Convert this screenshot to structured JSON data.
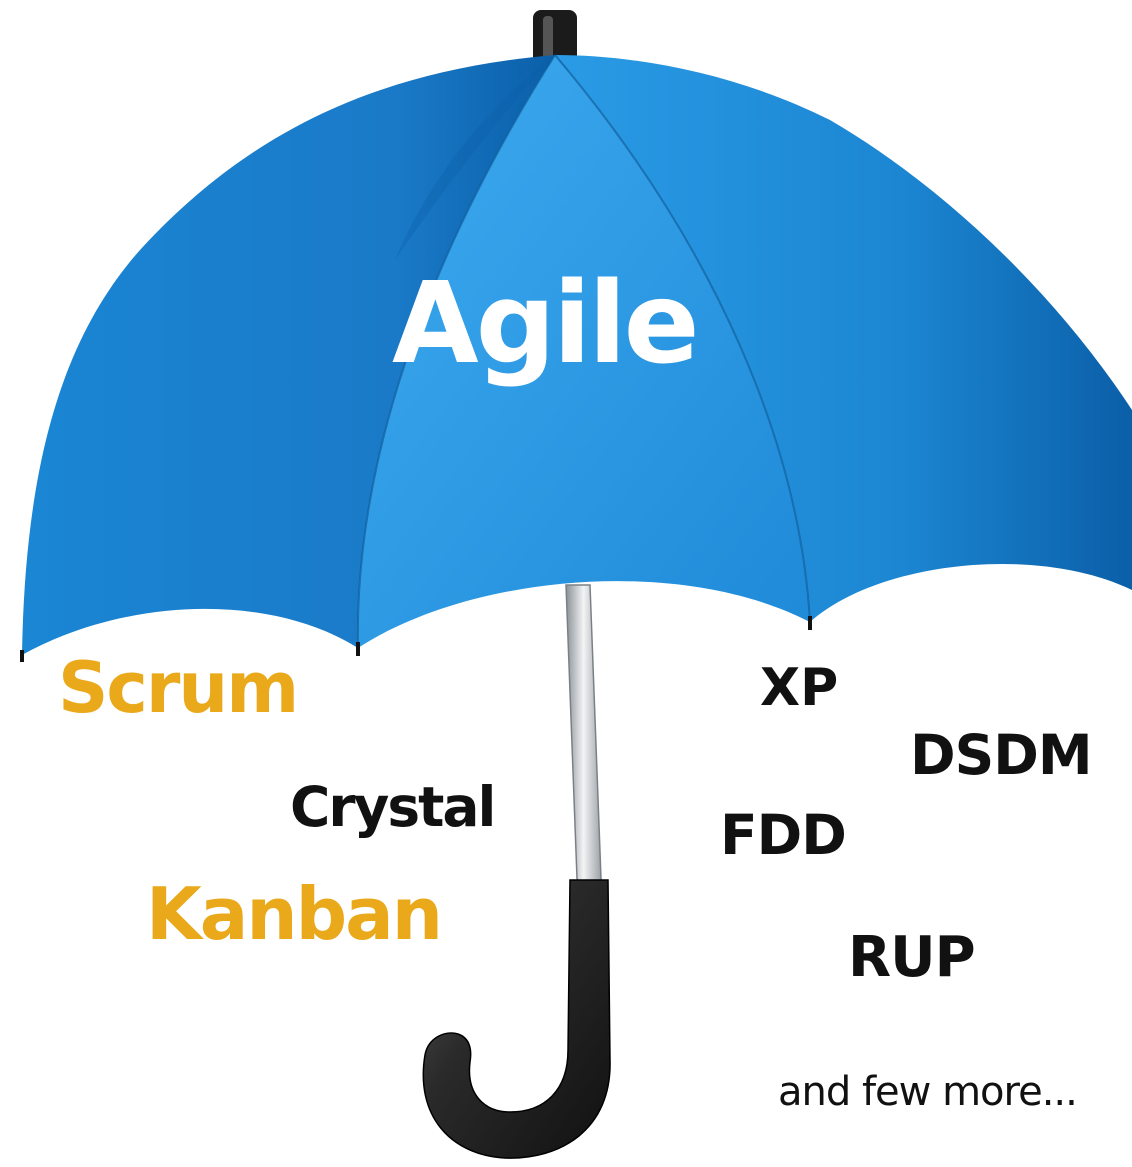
{
  "diagram": {
    "umbrella_label": "Agile",
    "methods": [
      {
        "label": "Scrum",
        "highlight": true
      },
      {
        "label": "Crystal",
        "highlight": false
      },
      {
        "label": "Kanban",
        "highlight": true
      },
      {
        "label": "XP",
        "highlight": false
      },
      {
        "label": "DSDM",
        "highlight": false
      },
      {
        "label": "FDD",
        "highlight": false
      },
      {
        "label": "RUP",
        "highlight": false
      },
      {
        "label": "and few more...",
        "highlight": false
      }
    ]
  },
  "colors": {
    "canopy_light": "#2f9fe8",
    "canopy_dark": "#0b5fa8",
    "highlight_text": "#e9a91a",
    "normal_text": "#111111",
    "umbrella_text": "#ffffff",
    "handle": "#222222",
    "shaft": "#c9cdd0"
  }
}
